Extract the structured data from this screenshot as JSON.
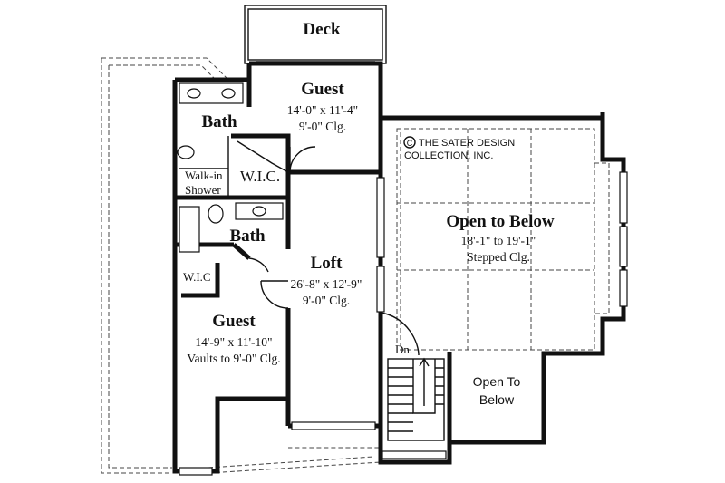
{
  "rooms": {
    "deck": {
      "label": "Deck"
    },
    "guest_upper": {
      "label": "Guest",
      "dims": "14'-0\" x 11'-4\"",
      "ceiling": "9'-0\" Clg."
    },
    "bath_upper": {
      "label": "Bath"
    },
    "walk_in_shower": {
      "line1": "Walk-in",
      "line2": "Shower"
    },
    "wic_upper": {
      "label": "W.I.C."
    },
    "bath_lower": {
      "label": "Bath"
    },
    "wic_lower": {
      "label": "W.I.C"
    },
    "loft": {
      "label": "Loft",
      "dims": "26'-8\" x 12'-9\"",
      "ceiling": "9'-0\" Clg."
    },
    "guest_lower": {
      "label": "Guest",
      "dims": "14'-9\" x 11'-10\"",
      "ceiling": "Vaults to 9'-0\" Clg."
    },
    "open_to_below_main": {
      "label": "Open to Below",
      "dims": "18'-1\" to 19'-1\"",
      "ceiling": "Stepped Clg."
    },
    "open_to_below_small": {
      "line1": "Open To",
      "line2": "Below"
    },
    "stair": {
      "label": "Dn."
    }
  },
  "copyright": {
    "line1": "THE SATER DESIGN",
    "line2": "COLLECTION, INC.",
    "symbol": "C"
  }
}
